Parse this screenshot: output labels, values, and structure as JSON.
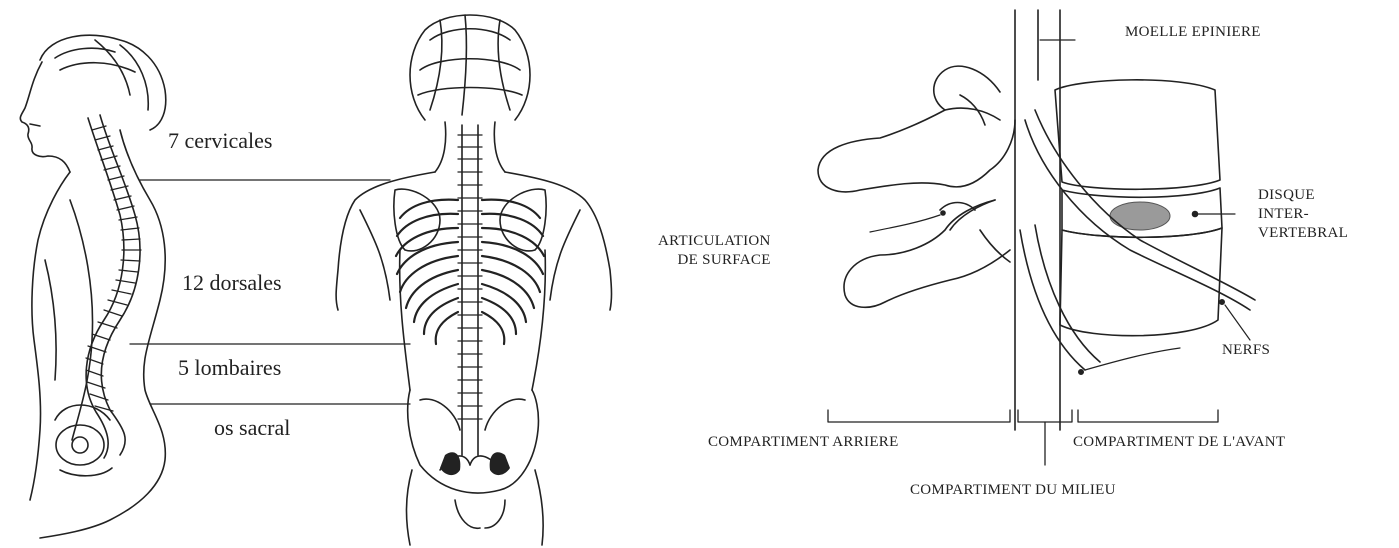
{
  "left_figure": {
    "labels": {
      "cervical": "7 cervicales",
      "dorsal": "12 dorsales",
      "lumbar": "5 lombaires",
      "sacral": "os sacral"
    }
  },
  "right_figure": {
    "labels": {
      "spinal_cord": "MOELLE EPINIERE",
      "disc_line1": "DISQUE",
      "disc_line2": "INTER-",
      "disc_line3": "VERTEBRAL",
      "facet_line1": "ARTICULATION",
      "facet_line2": "DE SURFACE",
      "nerves": "NERFS",
      "posterior": "COMPARTIMENT ARRIERE",
      "anterior": "COMPARTIMENT DE L'AVANT",
      "middle": "COMPARTIMENT DU MILIEU"
    }
  },
  "colors": {
    "ink": "#222222",
    "disc_shading": "#9a9a9a",
    "background": "#ffffff"
  }
}
